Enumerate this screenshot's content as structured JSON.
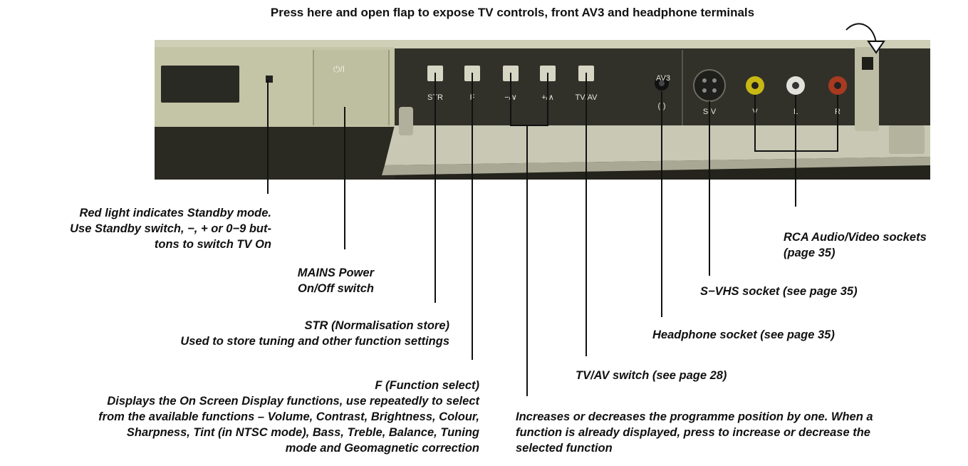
{
  "header": {
    "text": "Press here and open flap to expose TV controls, front AV3 and headphone terminals"
  },
  "panel": {
    "power_symbol": "⏻/I",
    "buttons": [
      "STR",
      "F",
      "−/∨",
      "+/∧",
      "TV/AV"
    ],
    "av3_label": "AV3",
    "headphone_symbol": "(·)",
    "svhs_label": "S-V",
    "rca_labels": [
      "V",
      "L",
      "R"
    ]
  },
  "labels": {
    "standby": [
      "Red light indicates Standby mode.",
      "Use Standby switch, −, + or 0−9 but-",
      "tons to switch TV On"
    ],
    "mains": [
      "MAINS Power",
      "On/Off switch"
    ],
    "str": [
      "STR (Normalisation store)",
      "Used to store tuning and other function settings"
    ],
    "function": [
      "F (Function select)",
      "Displays the On Screen Display functions, use repeatedly to select",
      "from the available functions – Volume, Contrast, Brightness, Colour,",
      "Sharpness, Tint (in NTSC mode), Bass, Treble, Balance, Tuning",
      "mode and Geomagnetic correction"
    ],
    "rca": [
      "RCA Audio/Video sockets",
      "(page 35)"
    ],
    "svhs": "S−VHS socket (see page 35)",
    "headphone": "Headphone socket (see page 35)",
    "tvav": "TV/AV switch (see page 28)",
    "updown": [
      "Increases or decreases the programme position by one. When a",
      "function is already displayed, press to increase or decrease the",
      "selected function"
    ]
  },
  "colors": {
    "panel": "#c9c9ae",
    "flap_face": "#333329",
    "shadow": "#1f1f19",
    "button": "#d6d6c4",
    "rca_video": "#c8b814",
    "rca_left": "#e2e2dc",
    "rca_right": "#a83a20"
  }
}
